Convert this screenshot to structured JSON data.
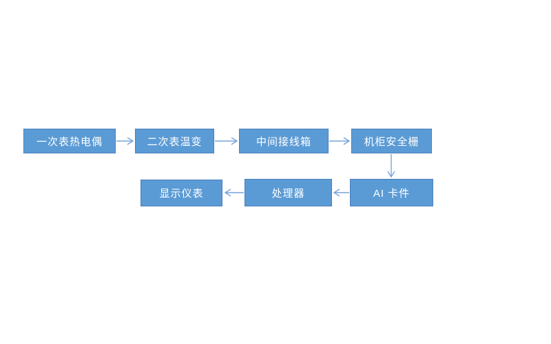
{
  "diagram": {
    "colors": {
      "node_fill": "#5b9bd5",
      "node_border": "#4a7ebb",
      "arrow": "#77a4da",
      "text": "#ffffff",
      "background": "#ffffff"
    },
    "nodes": [
      {
        "id": "primary-thermocouple",
        "label": "一次表热电偶"
      },
      {
        "id": "secondary-transmitter",
        "label": "二次表温变"
      },
      {
        "id": "junction-box",
        "label": "中间接线箱"
      },
      {
        "id": "cabinet-safety-barrier",
        "label": "机柜安全栅"
      },
      {
        "id": "ai-card",
        "label": "AI 卡件"
      },
      {
        "id": "processor",
        "label": "处理器"
      },
      {
        "id": "display-instrument",
        "label": "显示仪表"
      }
    ],
    "edges": [
      {
        "from": "primary-thermocouple",
        "to": "secondary-transmitter",
        "direction": "right"
      },
      {
        "from": "secondary-transmitter",
        "to": "junction-box",
        "direction": "right"
      },
      {
        "from": "junction-box",
        "to": "cabinet-safety-barrier",
        "direction": "right"
      },
      {
        "from": "cabinet-safety-barrier",
        "to": "ai-card",
        "direction": "down"
      },
      {
        "from": "ai-card",
        "to": "processor",
        "direction": "left"
      },
      {
        "from": "processor",
        "to": "display-instrument",
        "direction": "left"
      }
    ]
  }
}
